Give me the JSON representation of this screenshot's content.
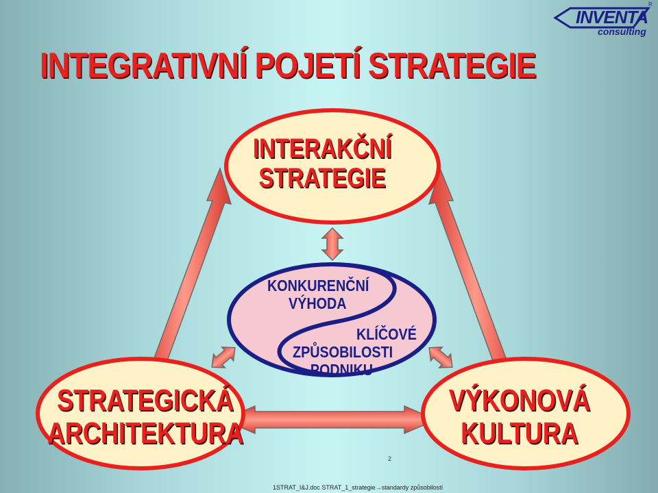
{
  "title": "INTEGRATIVNÍ POJETÍ STRATEGIE",
  "nodes": {
    "top": {
      "line1": "INTERAKČNÍ",
      "line2": "STRATEGIE"
    },
    "left": {
      "line1": "STRATEGICKÁ",
      "line2": "ARCHITEKTURA"
    },
    "right": {
      "line1": "VÝKONOVÁ",
      "line2": "KULTURA"
    }
  },
  "center": {
    "a_line1": "KONKURENČNÍ",
    "a_line2": "VÝHODA",
    "b_line1": "KLÍČOVÉ",
    "b_line2": "ZPŮSOBILOSTI",
    "b_line3": "PODNIKU"
  },
  "logo": {
    "brand": "INVENTA",
    "sub": "consulting",
    "reg": "R"
  },
  "page_number": "2",
  "footer": "1STRAT_I&J.doc STRAT_1_strategie→standardy způsobilostí",
  "colors": {
    "accent": "#e8211e",
    "ellipse_fill": "#fff1c8",
    "blue": "#1a1f86",
    "center_fill": "#f5c8d2",
    "arrow_fill": "#f05a50"
  }
}
